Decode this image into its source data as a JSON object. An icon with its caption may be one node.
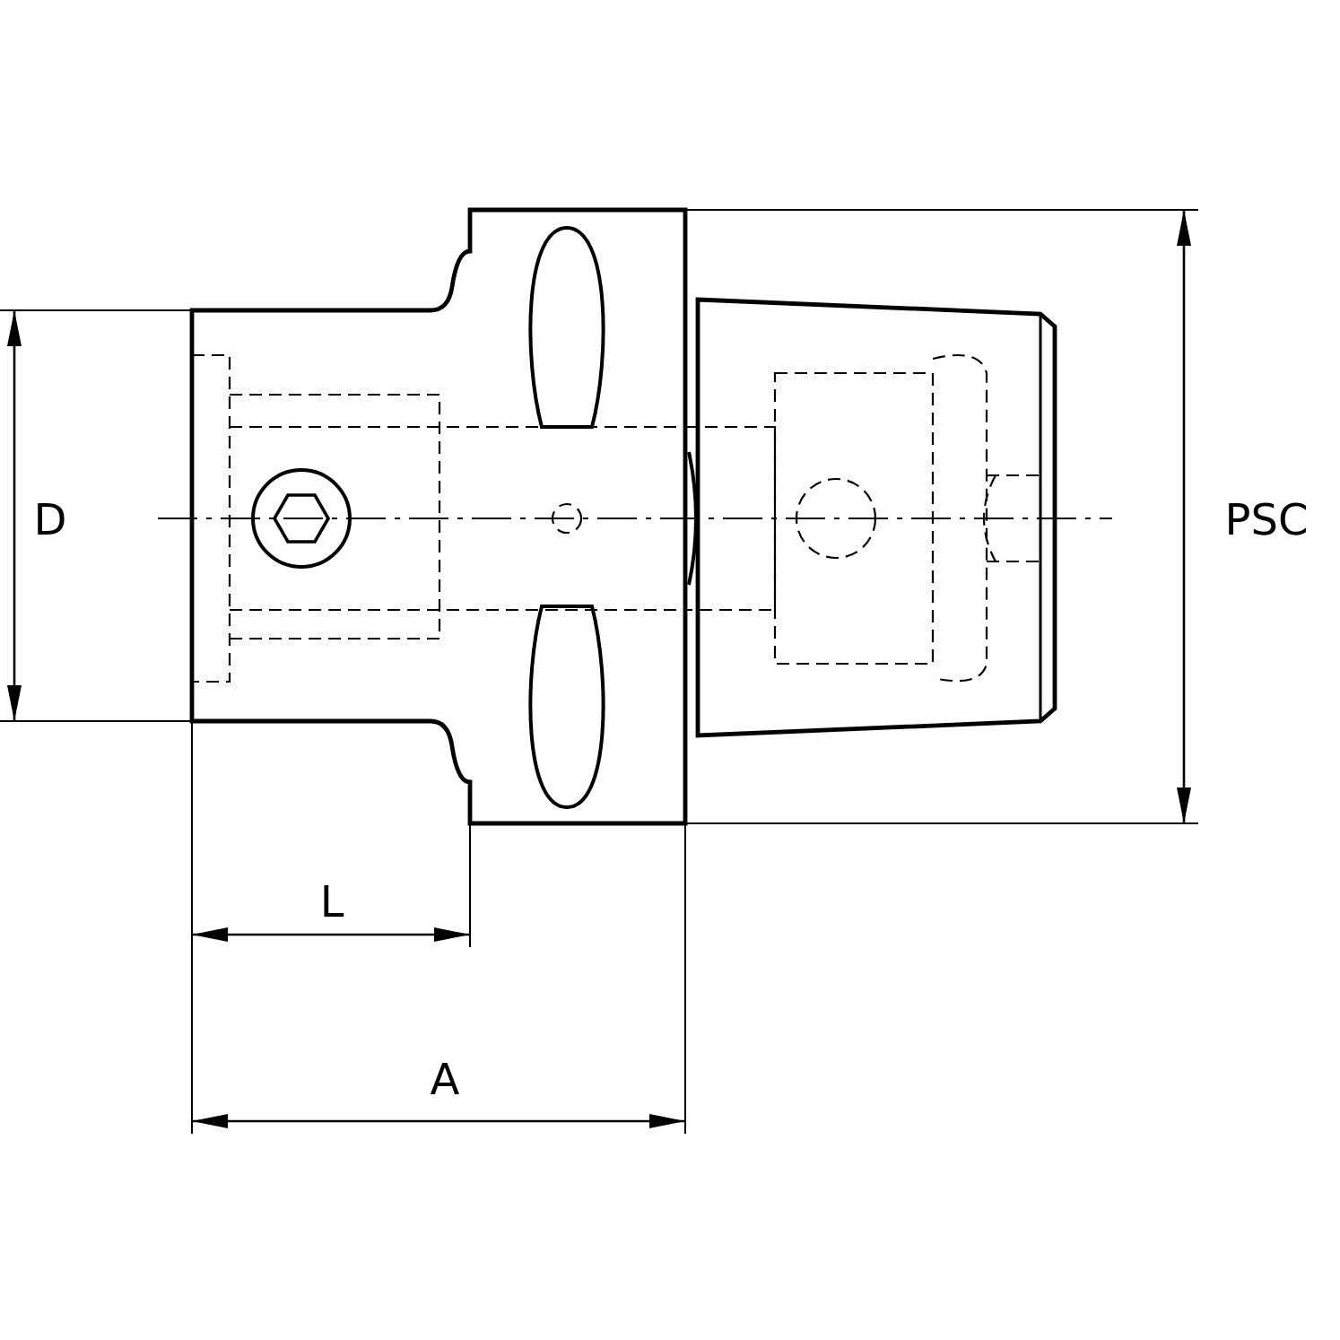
{
  "diagram": {
    "labels": [
      "D",
      "PSC",
      "L",
      "A"
    ]
  }
}
